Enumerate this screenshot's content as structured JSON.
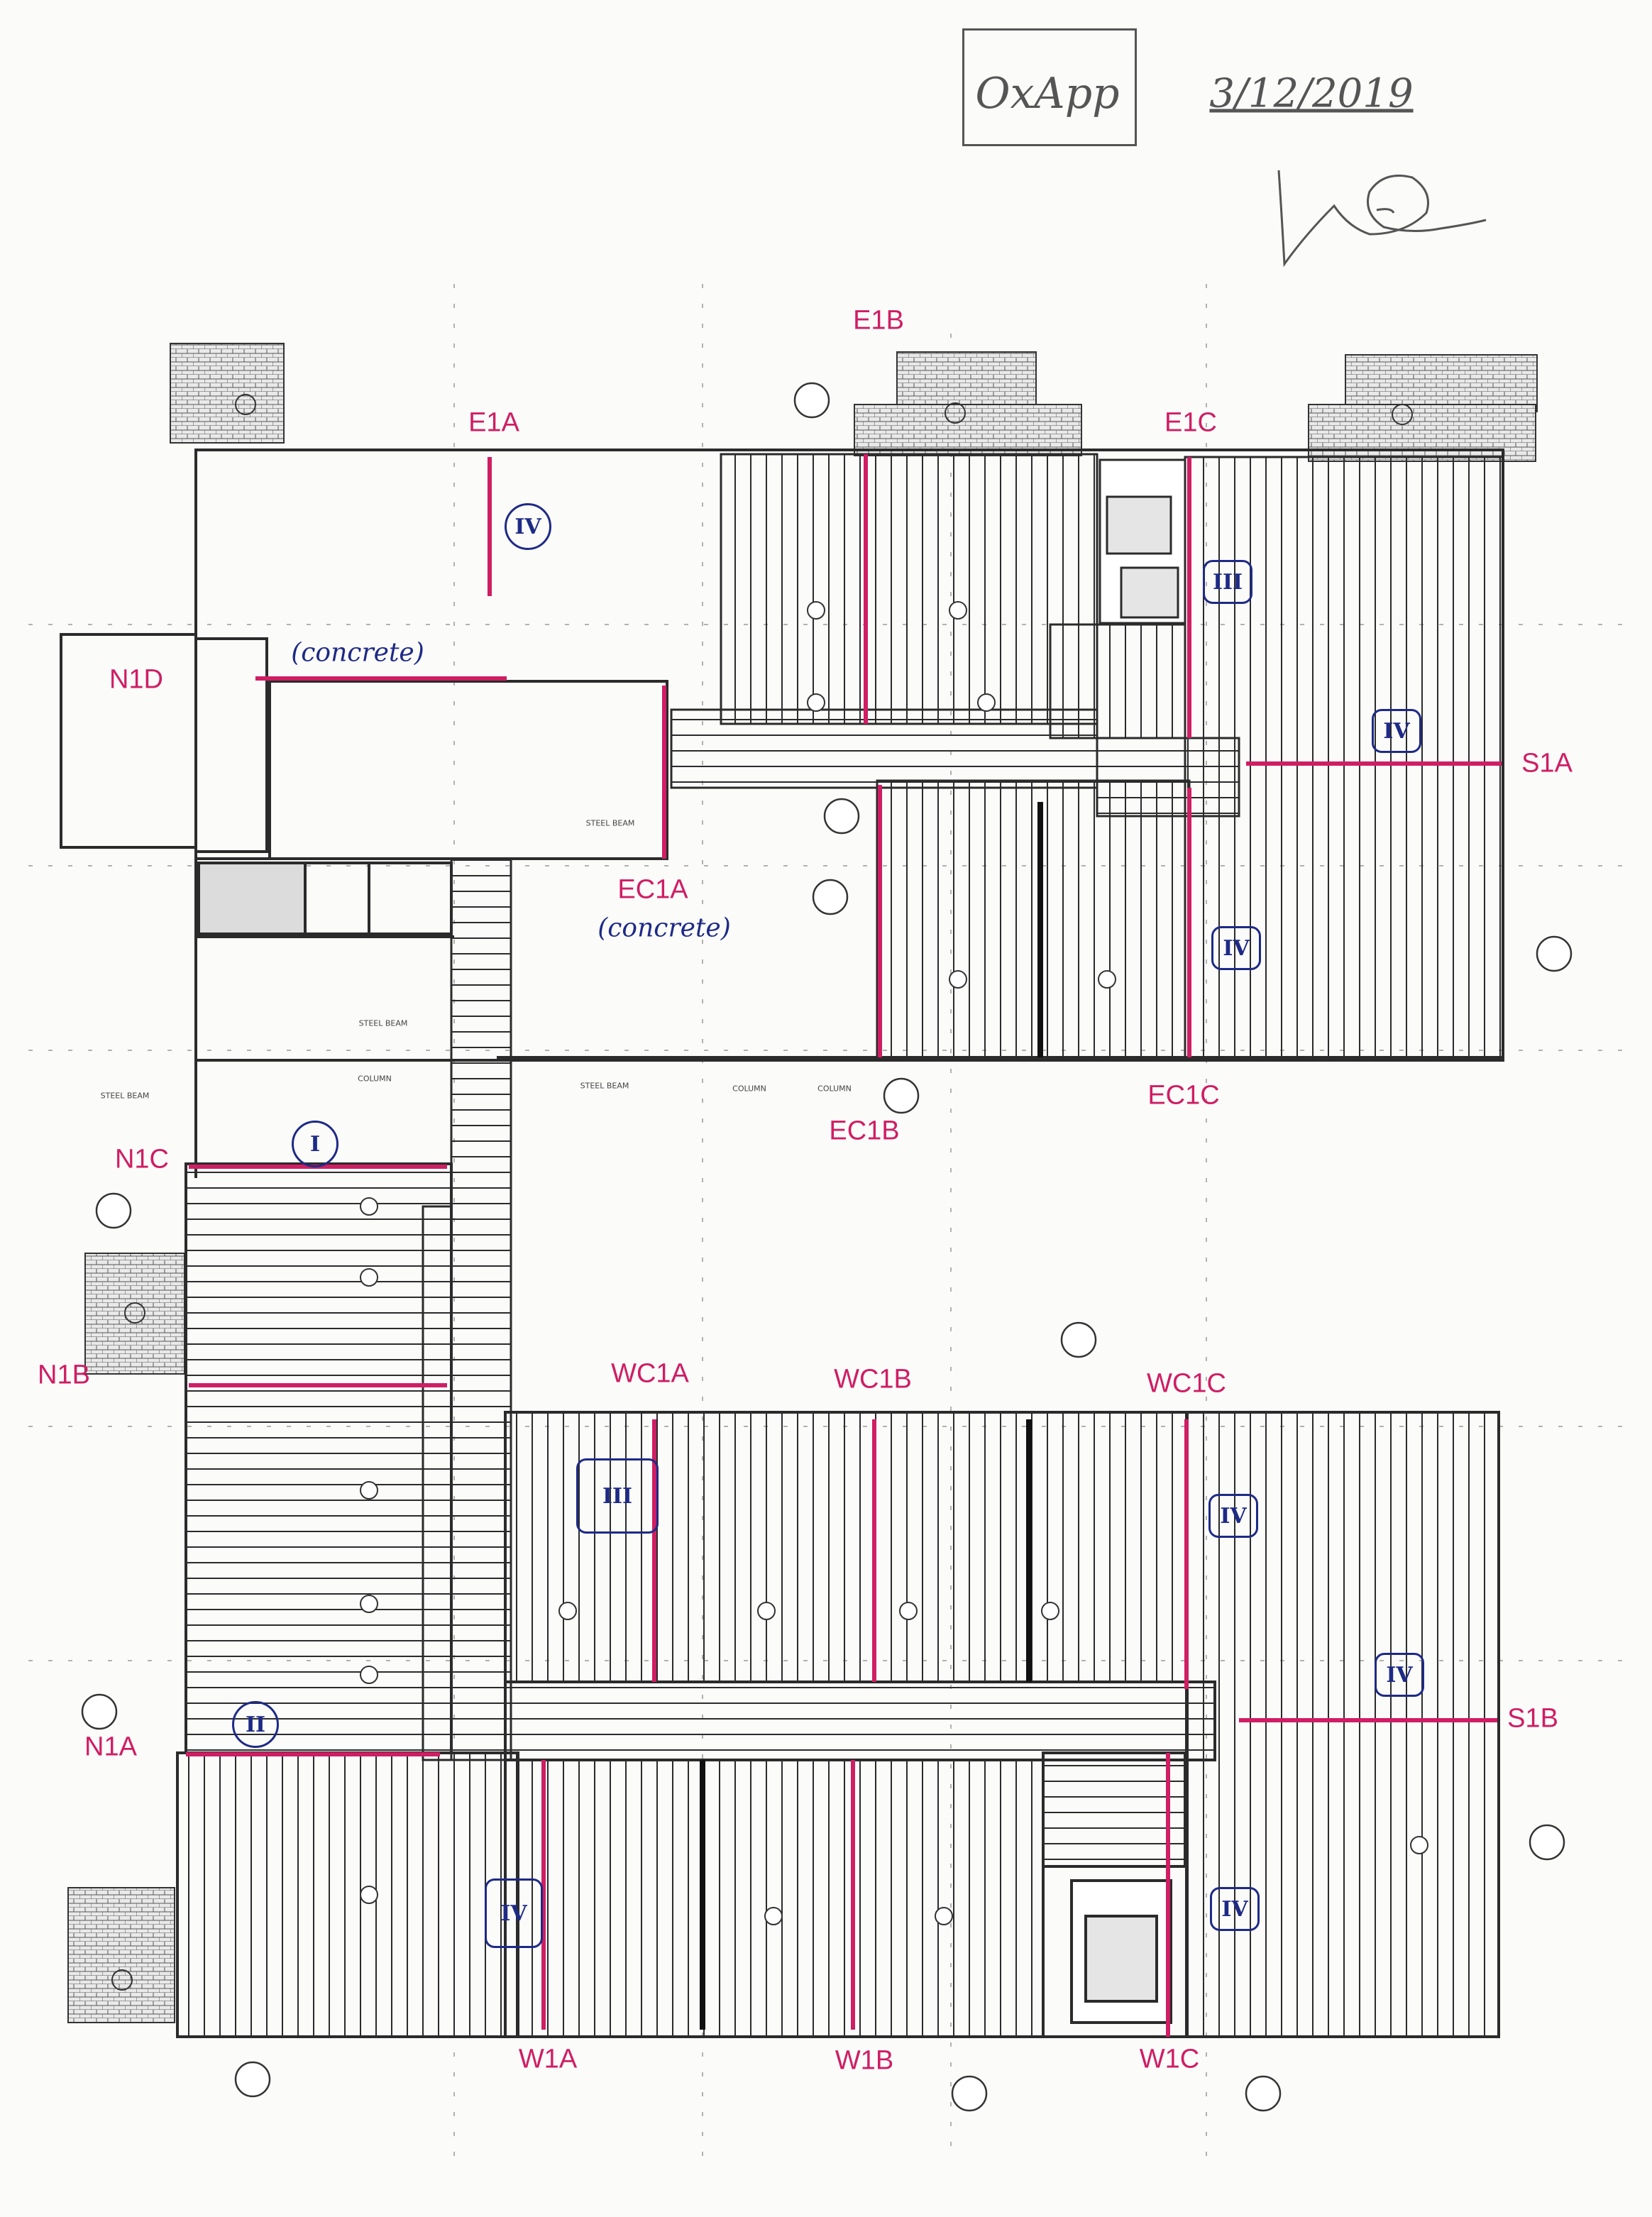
{
  "header": {
    "app_name": "OxApp",
    "date": "3/12/2019"
  },
  "labels": [
    {
      "id": "E1A",
      "text": "E1A"
    },
    {
      "id": "E1B",
      "text": "E1B"
    },
    {
      "id": "E1C",
      "text": "E1C"
    },
    {
      "id": "N1D",
      "text": "N1D"
    },
    {
      "id": "S1A",
      "text": "S1A"
    },
    {
      "id": "EC1A",
      "text": "EC1A"
    },
    {
      "id": "EC1B",
      "text": "EC1B"
    },
    {
      "id": "EC1C",
      "text": "EC1C"
    },
    {
      "id": "N1C",
      "text": "N1C"
    },
    {
      "id": "N1B",
      "text": "N1B"
    },
    {
      "id": "WC1A",
      "text": "WC1A"
    },
    {
      "id": "WC1B",
      "text": "WC1B"
    },
    {
      "id": "WC1C",
      "text": "WC1C"
    },
    {
      "id": "S1B",
      "text": "S1B"
    },
    {
      "id": "N1A",
      "text": "N1A"
    },
    {
      "id": "W1A",
      "text": "W1A"
    },
    {
      "id": "W1B",
      "text": "W1B"
    },
    {
      "id": "W1C",
      "text": "W1C"
    }
  ],
  "annotations": {
    "concrete_top": "(concrete)",
    "concrete_mid": "(concrete)"
  },
  "zone_marks": [
    "IV",
    "III",
    "IV",
    "IV",
    "I",
    "III",
    "IV",
    "IV",
    "II",
    "IV",
    "IV"
  ],
  "drawing_notes": {
    "steel_beam_1": "STEEL BEAM",
    "steel_beam_2": "STEEL BEAM",
    "steel_beam_3": "STEEL BEAM",
    "steel_beam_4": "STEEL BEAM",
    "column_1": "COLUMN",
    "column_2": "COLUMN",
    "column_3": "COLUMN"
  },
  "colors": {
    "magenta": "#cf1e63",
    "pen_blue": "#1e2a86",
    "line": "#2b2b2b"
  }
}
